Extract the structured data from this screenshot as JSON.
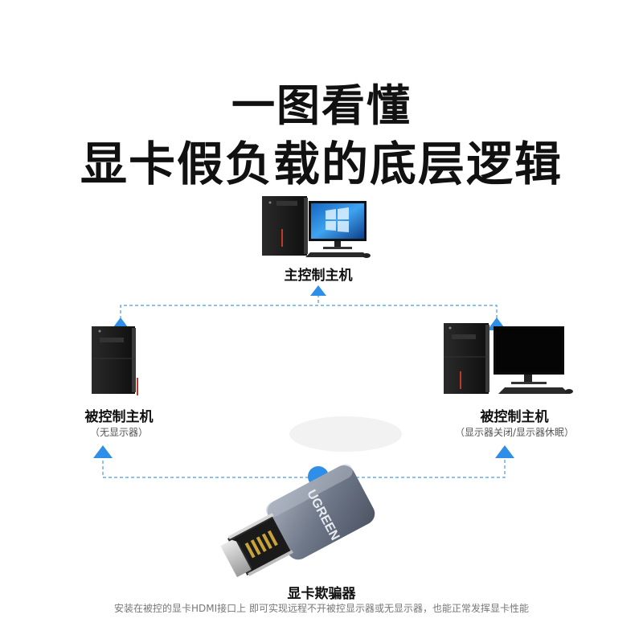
{
  "title": {
    "line1": "一图看懂",
    "line2": "显卡假负载的底层逻辑"
  },
  "nodes": {
    "main_host": {
      "label": "主控制主机"
    },
    "left_host": {
      "label": "被控制主机",
      "note": "（无显示器）"
    },
    "right_host": {
      "label": "被控制主机",
      "note": "（显示器关闭/显示器休眠）"
    }
  },
  "adapter": {
    "brand": "UGREEN",
    "label": "显卡欺骗器",
    "description": "安装在被控的显卡HDMI接口上 即可实现远程不开被控显示器或无显示器，也能正常发挥显卡性能"
  },
  "colors": {
    "connector": "#2f8fe8",
    "dashed_line": "#4a9ae0",
    "tower": "#1c1c1c",
    "accent_red": "#c0392b",
    "adapter_body": "#7c8596"
  }
}
